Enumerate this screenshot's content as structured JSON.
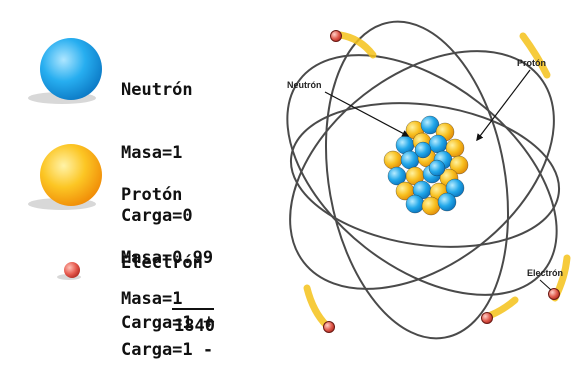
{
  "legend": {
    "neutron": {
      "title": "Neutrón",
      "mass": "Masa=1",
      "charge": "Carga=0",
      "color": "#1ea6e6"
    },
    "proton": {
      "title": "Protón",
      "mass": "Masa=0.99",
      "charge": "Carga=1",
      "sign": "+",
      "color": "#f7b61b"
    },
    "electron": {
      "title": "Electrón",
      "mass_prefix": "Masa=",
      "mass_numerator": "1",
      "mass_denominator": "1840",
      "charge": "Carga=1",
      "sign": "-",
      "color": "#e65a4e"
    }
  },
  "atom": {
    "labels": {
      "neutron": "Neutrón",
      "proton": "Protón",
      "electron": "Electrón"
    },
    "orbit_color": "#4a4a4a",
    "trail_color": "#f5c21a"
  }
}
